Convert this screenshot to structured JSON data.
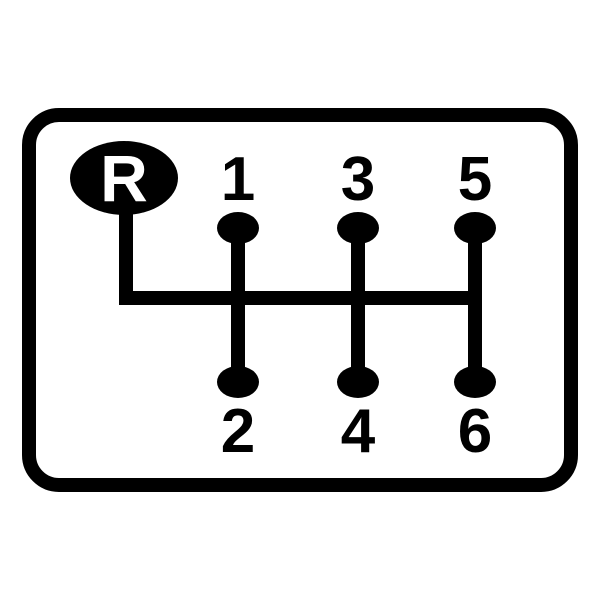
{
  "diagram": {
    "title": "Manual Transmission Gear Shift Pattern",
    "type": "6-speed-with-reverse",
    "colors": {
      "stroke": "#000000",
      "background": "#ffffff",
      "reverse_label_fill": "#ffffff"
    },
    "frame": {
      "name": "rounded-rectangle-border",
      "stroke_width": 14,
      "corner_radius": 30
    },
    "gate": {
      "crossbar_label": "horizontal-gate-bar",
      "stem_width": 14
    },
    "reverse": {
      "label": "R",
      "badge_shape": "ellipse"
    },
    "gears": [
      {
        "label": "1",
        "position": "top",
        "column": 1
      },
      {
        "label": "2",
        "position": "bottom",
        "column": 1
      },
      {
        "label": "3",
        "position": "top",
        "column": 2
      },
      {
        "label": "4",
        "position": "bottom",
        "column": 2
      },
      {
        "label": "5",
        "position": "top",
        "column": 3
      },
      {
        "label": "6",
        "position": "bottom",
        "column": 3
      }
    ],
    "knob_names": [
      "gear-knob-1",
      "gear-knob-2",
      "gear-knob-3",
      "gear-knob-4",
      "gear-knob-5",
      "gear-knob-6"
    ]
  }
}
